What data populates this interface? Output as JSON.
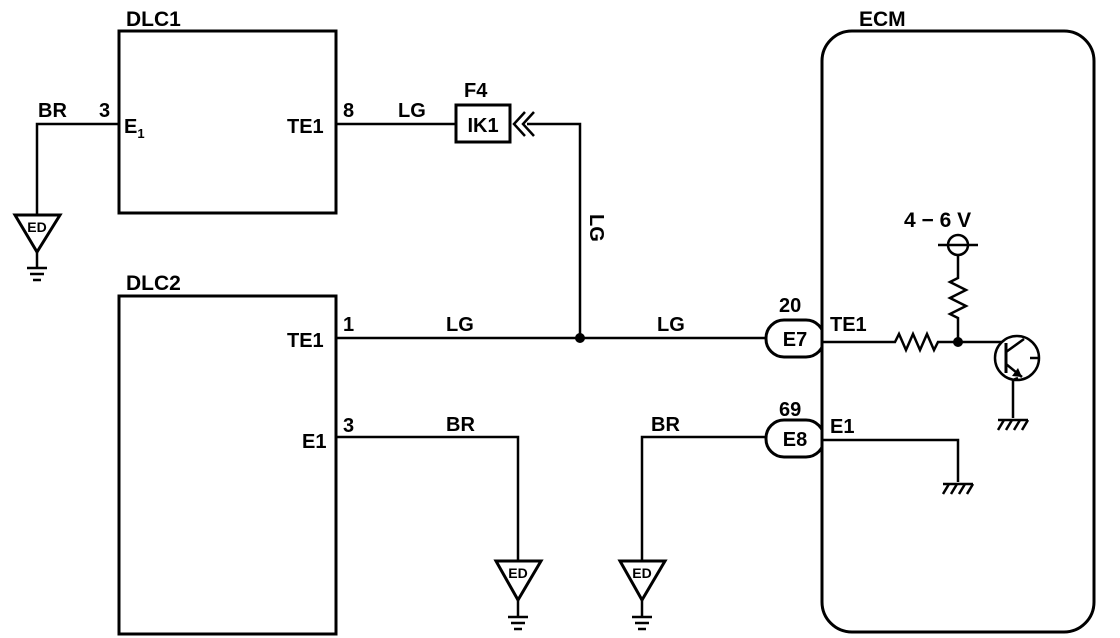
{
  "components": {
    "dlc1": {
      "title": "DLC1",
      "pin_e1_num": "3",
      "pin_e1_label": "E",
      "pin_e1_sub": "1",
      "pin_te1_num": "8",
      "pin_te1_label": "TE1"
    },
    "dlc2": {
      "title": "DLC2",
      "pin_te1_num": "1",
      "pin_te1_label": "TE1",
      "pin_e1_num": "3",
      "pin_e1_label": "E1"
    },
    "ecm": {
      "title": "ECM",
      "pin_te1_label": "TE1",
      "pin_e1_label": "E1",
      "voltage": "4 − 6 V"
    },
    "junction_f4": {
      "title": "F4",
      "connector": "IK1"
    }
  },
  "connectors": {
    "e7": {
      "pin": "20",
      "label": "E7"
    },
    "e8": {
      "pin": "69",
      "label": "E8"
    }
  },
  "wires": {
    "dlc1_br": "BR",
    "dlc1_lg": "LG",
    "vertical_lg": "LG",
    "dlc2_lg_left": "LG",
    "dlc2_lg_right": "LG",
    "dlc2_br": "BR",
    "ecm_br": "BR"
  },
  "grounds": {
    "ed_label": "ED"
  }
}
